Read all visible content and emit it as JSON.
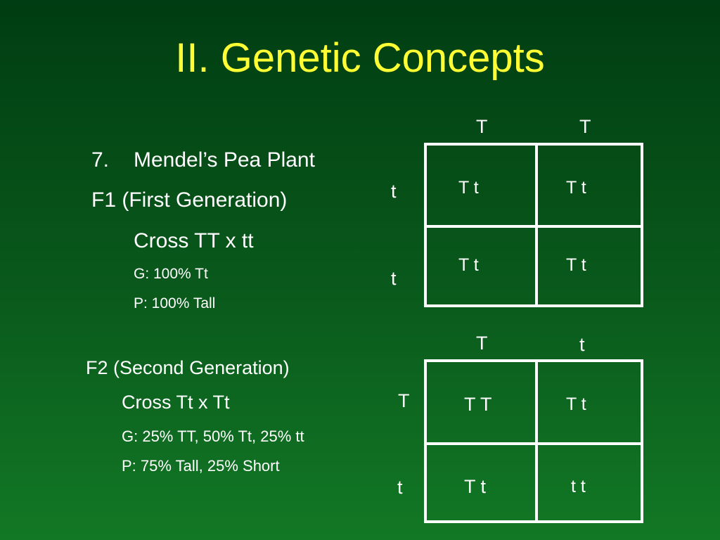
{
  "slide": {
    "title": "II.  Genetic Concepts",
    "item_number": "7.",
    "item_heading": "Mendel’s Pea Plant",
    "f1": {
      "heading": "F1 (First Generation)",
      "cross": "Cross TT x tt",
      "genotype": "G: 100% Tt",
      "phenotype": "P: 100% Tall"
    },
    "f2": {
      "heading": "F2 (Second Generation)",
      "cross": "Cross Tt x Tt",
      "genotype": "G: 25% TT, 50% Tt, 25% tt",
      "phenotype": "P: 75% Tall, 25% Short"
    }
  },
  "punnett_f1": {
    "top_alleles": [
      "T",
      "T"
    ],
    "side_alleles": [
      "t",
      "t"
    ],
    "cells": [
      [
        "T t",
        "T t"
      ],
      [
        "T t",
        "T t"
      ]
    ]
  },
  "punnett_f2": {
    "top_alleles": [
      "T",
      "t"
    ],
    "side_alleles": [
      "T",
      "t"
    ],
    "cells": [
      [
        "T T",
        "T t"
      ],
      [
        "T t",
        "t t"
      ]
    ]
  },
  "colors": {
    "title": "#ffff33",
    "text": "#ffffff",
    "background_top": "#003d12",
    "background_bottom": "#127825"
  }
}
